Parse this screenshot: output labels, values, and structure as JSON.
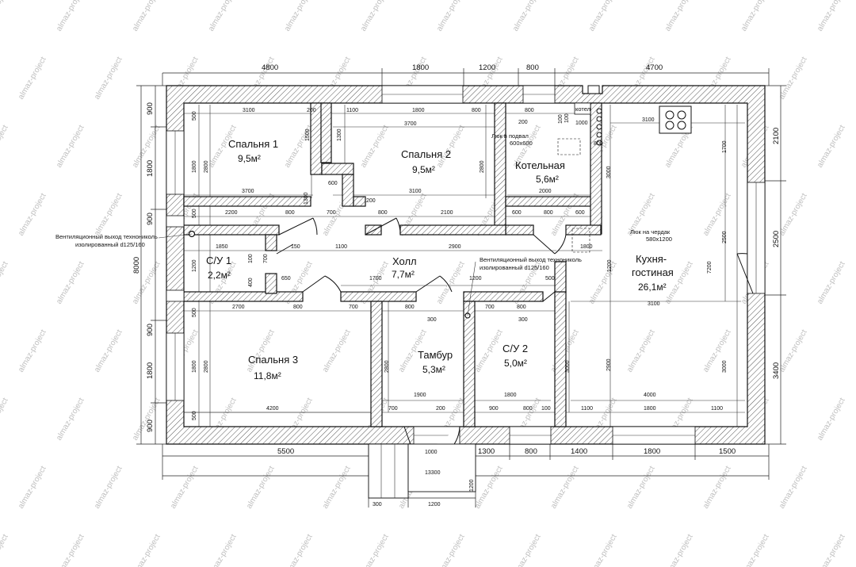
{
  "rooms": [
    {
      "id": "bedroom1",
      "name": "Спальня 1",
      "area": "9,5м²"
    },
    {
      "id": "bedroom2",
      "name": "Спальня 2",
      "area": "9,5м²"
    },
    {
      "id": "boiler",
      "name": "Котельная",
      "area": "5,6м²"
    },
    {
      "id": "wc1",
      "name": "С/У 1",
      "area": "2,2м²"
    },
    {
      "id": "hall",
      "name": "Холл",
      "area": "7,7м²"
    },
    {
      "id": "kitchen_name1",
      "name": "Кухня-"
    },
    {
      "id": "kitchen",
      "name": "гостиная",
      "area": "26,1м²"
    },
    {
      "id": "bedroom3",
      "name": "Спальня 3",
      "area": "11,8м²"
    },
    {
      "id": "vestibule",
      "name": "Тамбур",
      "area": "5,3м²"
    },
    {
      "id": "wc2",
      "name": "С/У 2",
      "area": "5,0м²"
    }
  ],
  "notes": {
    "vent1_line1": "Вентиляционный выход технониколь",
    "vent1_line2": "изолированный d125/160",
    "vent2_line1": "Вентиляционный выход технониколь",
    "vent2_line2": "изолированный d125/160",
    "basement_hatch_line1": "Люк в подвал",
    "basement_hatch_line2": "600х600",
    "attic_hatch_line1": "Люк на чердак",
    "attic_hatch_line2": "580х1200",
    "boiler_label": "котел"
  },
  "dims_top": [
    "4800",
    "1800",
    "1200",
    "800",
    "4700"
  ],
  "dims_bottom": [
    "5500",
    "1300",
    "800",
    "1400",
    "1800",
    "1500"
  ],
  "dims_left": [
    "900",
    "1800",
    "900",
    "8000",
    "900",
    "1800",
    "900"
  ],
  "dims_right": [
    "2100",
    "2500",
    "3400"
  ],
  "dims_inner": [
    "3100",
    "200",
    "1100",
    "1800",
    "800",
    "800",
    "200",
    "1000",
    "100",
    "3100",
    "3700",
    "500",
    "1800",
    "2800",
    "1500",
    "1300",
    "2800",
    "3000",
    "1700",
    "600",
    "3700",
    "1300",
    "3100",
    "2000",
    "500",
    "2200",
    "800",
    "700",
    "200",
    "800",
    "2100",
    "600",
    "800",
    "600",
    "1850",
    "150",
    "1100",
    "2900",
    "1800",
    "1200",
    "2500",
    "7200",
    "1200",
    "100",
    "700",
    "400",
    "650",
    "1700",
    "1200",
    "500",
    "2700",
    "800",
    "700",
    "800",
    "300",
    "700",
    "800",
    "300",
    "3100",
    "500",
    "1800",
    "2800",
    "2800",
    "3000",
    "3000",
    "1900",
    "1800",
    "4000",
    "900",
    "500",
    "4200",
    "700",
    "200",
    "900",
    "800",
    "100",
    "1100",
    "1800",
    "1100",
    "1000",
    "13300",
    "1200",
    "300",
    "1200",
    "2900",
    "800",
    "100"
  ],
  "watermark": "almaz-project"
}
